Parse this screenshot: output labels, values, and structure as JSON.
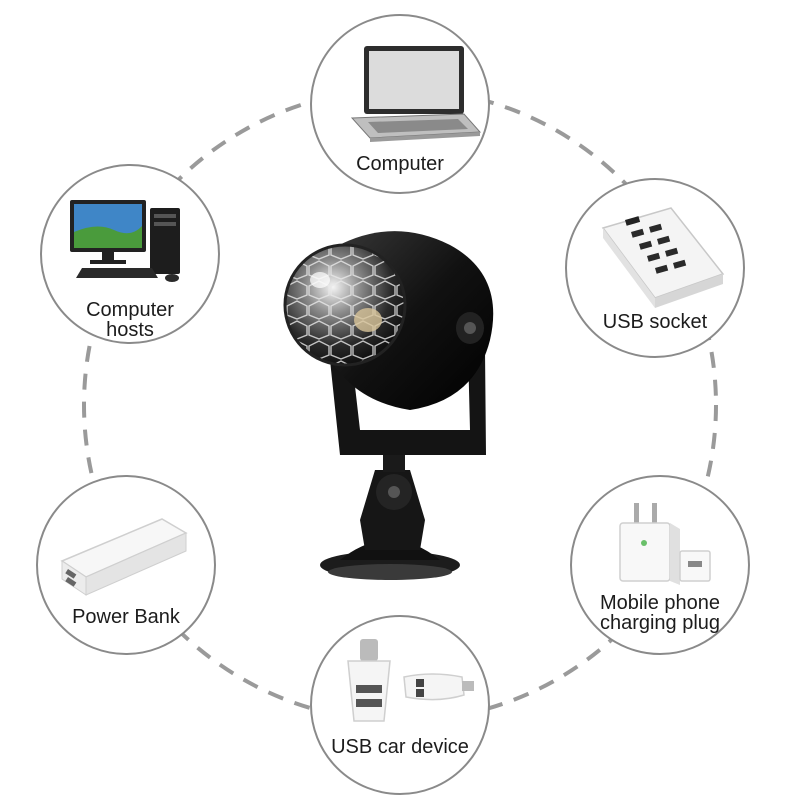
{
  "devices": {
    "computer": {
      "label": "Computer",
      "icon": "laptop-icon"
    },
    "computer_hosts": {
      "label_line1": "Computer",
      "label_line2": "hosts",
      "icon": "desktop-pc-icon"
    },
    "usb_socket": {
      "label": "USB socket",
      "icon": "usb-hub-icon"
    },
    "power_bank": {
      "label": "Power Bank",
      "icon": "power-bank-icon"
    },
    "mobile_plug": {
      "label_line1": "Mobile phone",
      "label_line2": "charging plug",
      "icon": "wall-charger-icon"
    },
    "car_device": {
      "label": "USB car device",
      "icon": "car-charger-icon"
    }
  },
  "center": {
    "icon": "disco-ball-light-icon"
  },
  "colors": {
    "ring": "#9a9a9a",
    "circle_border": "#8a8a8a",
    "label": "#1c1c1c",
    "device_black": "#111111"
  }
}
